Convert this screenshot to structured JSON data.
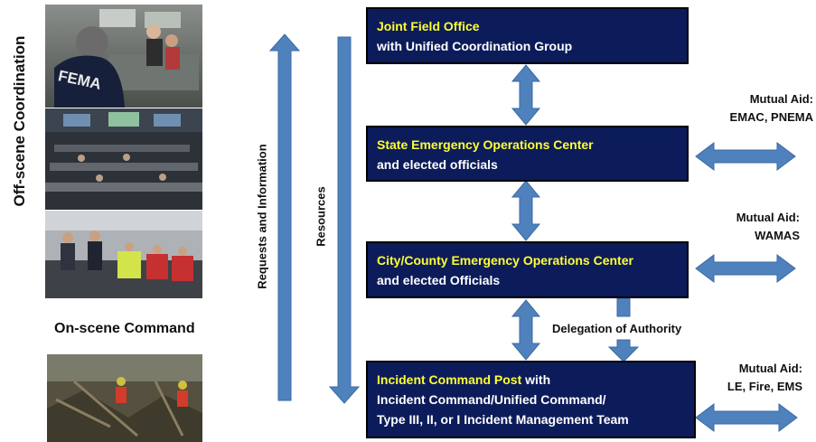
{
  "labels": {
    "off_scene": "Off-scene Coordination",
    "on_scene": "On-scene Command",
    "requests": "Requests and Information",
    "resources": "Resources",
    "delegation": "Delegation of Authority"
  },
  "boxes": {
    "jfo": {
      "title": "Joint Field Office",
      "sub": "with Unified Coordination Group"
    },
    "seoc": {
      "title": "State Emergency Operations Center",
      "sub": "and elected officials"
    },
    "ceoc": {
      "title": "City/County Emergency Operations Center",
      "sub": "and elected Officials"
    },
    "icp": {
      "title": "Incident Command Post",
      "title_suffix": " with",
      "line2": "Incident Command/Unified Command/",
      "line3": "Type III, II, or I Incident Management Team"
    }
  },
  "mutual_aid": {
    "state": {
      "line1": "Mutual Aid:",
      "line2": "EMAC, PNEMA"
    },
    "city": {
      "line1": "Mutual Aid:",
      "line2": "WAMAS"
    },
    "icp": {
      "line1": "Mutual Aid:",
      "line2": "LE, Fire, EMS"
    }
  },
  "photos": {
    "fema_text": "FEMA"
  },
  "colors": {
    "box_fill": "#0c1c5a",
    "box_highlight": "#ffff33",
    "arrow_fill": "#4f81bd",
    "arrow_stroke": "#3a6aa3"
  }
}
